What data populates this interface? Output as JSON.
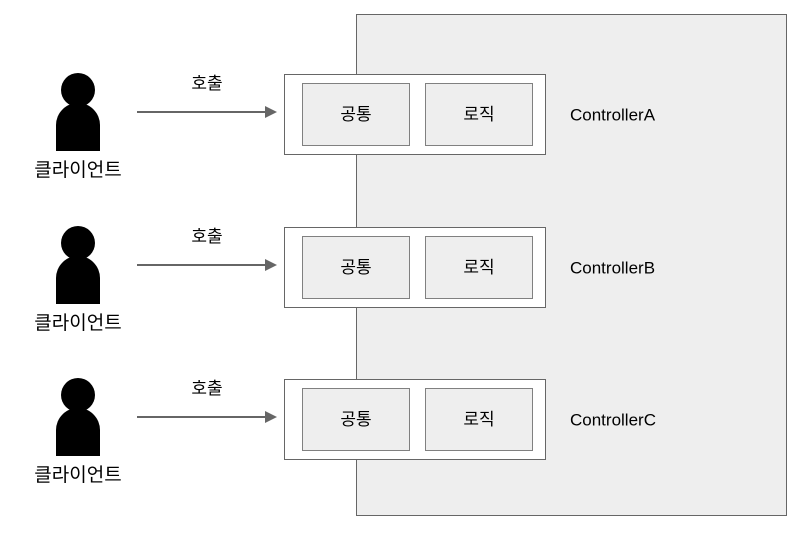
{
  "diagram": {
    "server_container": {
      "name": "application-container",
      "fill": "#eeeeee",
      "stroke": "#666666"
    },
    "rows": [
      {
        "client": {
          "label": "클라이언트",
          "icon": "person-icon"
        },
        "arrow": {
          "label": "호출",
          "color": "#666666"
        },
        "controller": {
          "name": "ControllerA",
          "parts": [
            {
              "label": "공통"
            },
            {
              "label": "로직"
            }
          ]
        }
      },
      {
        "client": {
          "label": "클라이언트",
          "icon": "person-icon"
        },
        "arrow": {
          "label": "호출",
          "color": "#666666"
        },
        "controller": {
          "name": "ControllerB",
          "parts": [
            {
              "label": "공통"
            },
            {
              "label": "로직"
            }
          ]
        }
      },
      {
        "client": {
          "label": "클라이언트",
          "icon": "person-icon"
        },
        "arrow": {
          "label": "호출",
          "color": "#666666"
        },
        "controller": {
          "name": "ControllerC",
          "parts": [
            {
              "label": "공통"
            },
            {
              "label": "로직"
            }
          ]
        }
      }
    ]
  }
}
